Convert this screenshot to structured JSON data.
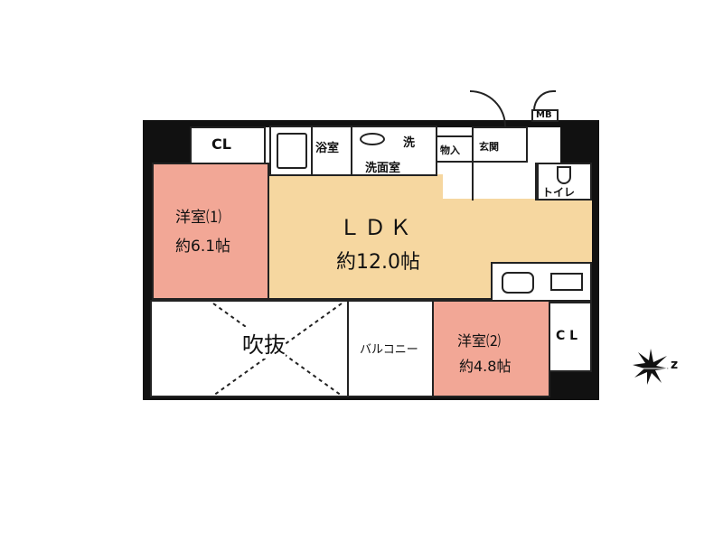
{
  "rooms": {
    "western1": {
      "name": "洋室⑴",
      "size": "約6.1帖"
    },
    "ldk": {
      "name": "ＬＤＫ",
      "size": "約12.0帖"
    },
    "western2": {
      "name": "洋室⑵",
      "size": "約4.8帖"
    },
    "void": "吹抜",
    "balcony": "バルコニー",
    "closet1": "CL",
    "closet2": "C L",
    "bath": "浴室",
    "washroom": "洗面室",
    "washer": "洗",
    "storage": "物入",
    "entrance": "玄関",
    "toilet": "トイレ",
    "meter_box": "MB"
  },
  "compass": {
    "label": "z"
  },
  "colors": {
    "bedroom": "#f2a796",
    "ldk": "#f6d7a0",
    "wall": "#111111"
  }
}
